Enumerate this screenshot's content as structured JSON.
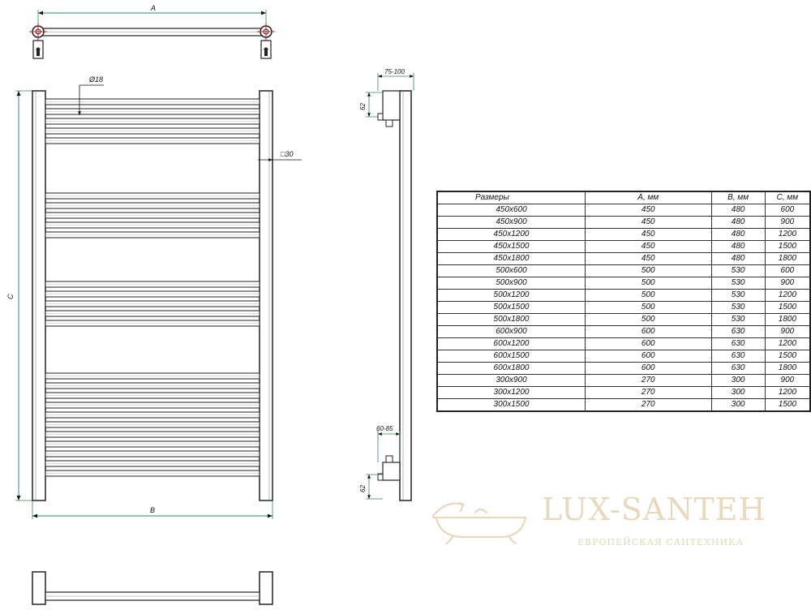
{
  "dimensions": {
    "a": "A",
    "b": "B",
    "c": "C",
    "tube_diameter": "Ø18",
    "profile": "□30",
    "side_top_depth": "75-100",
    "side_top_height": "62",
    "side_bottom_depth": "60-85",
    "side_bottom_height": "62"
  },
  "table": {
    "headers": [
      "Размеры",
      "A, мм",
      "B, мм",
      "C, мм"
    ],
    "rows": [
      [
        "450x600",
        "450",
        "480",
        "600"
      ],
      [
        "450x900",
        "450",
        "480",
        "900"
      ],
      [
        "450x1200",
        "450",
        "480",
        "1200"
      ],
      [
        "450x1500",
        "450",
        "480",
        "1500"
      ],
      [
        "450x1800",
        "450",
        "480",
        "1800"
      ],
      [
        "500x600",
        "500",
        "530",
        "600"
      ],
      [
        "500x900",
        "500",
        "530",
        "900"
      ],
      [
        "500x1200",
        "500",
        "530",
        "1200"
      ],
      [
        "500x1500",
        "500",
        "530",
        "1500"
      ],
      [
        "500x1800",
        "500",
        "530",
        "1800"
      ],
      [
        "600x900",
        "600",
        "630",
        "900"
      ],
      [
        "600x1200",
        "600",
        "630",
        "1200"
      ],
      [
        "600x1500",
        "600",
        "630",
        "1500"
      ],
      [
        "600x1800",
        "600",
        "630",
        "1800"
      ],
      [
        "300x900",
        "270",
        "300",
        "900"
      ],
      [
        "300x1200",
        "270",
        "300",
        "1200"
      ],
      [
        "300x1500",
        "270",
        "300",
        "1500"
      ]
    ]
  },
  "watermark": {
    "brand": "LUX-SANTEH",
    "tagline": "ЕВРОПЕЙСКАЯ САНТЕХНИКА",
    "color": "#e8d9bd",
    "icon": "bathtub-icon"
  },
  "colors": {
    "line": "#222222",
    "dimension_line": "#2e8b57",
    "accent_red": "#cc2222"
  }
}
